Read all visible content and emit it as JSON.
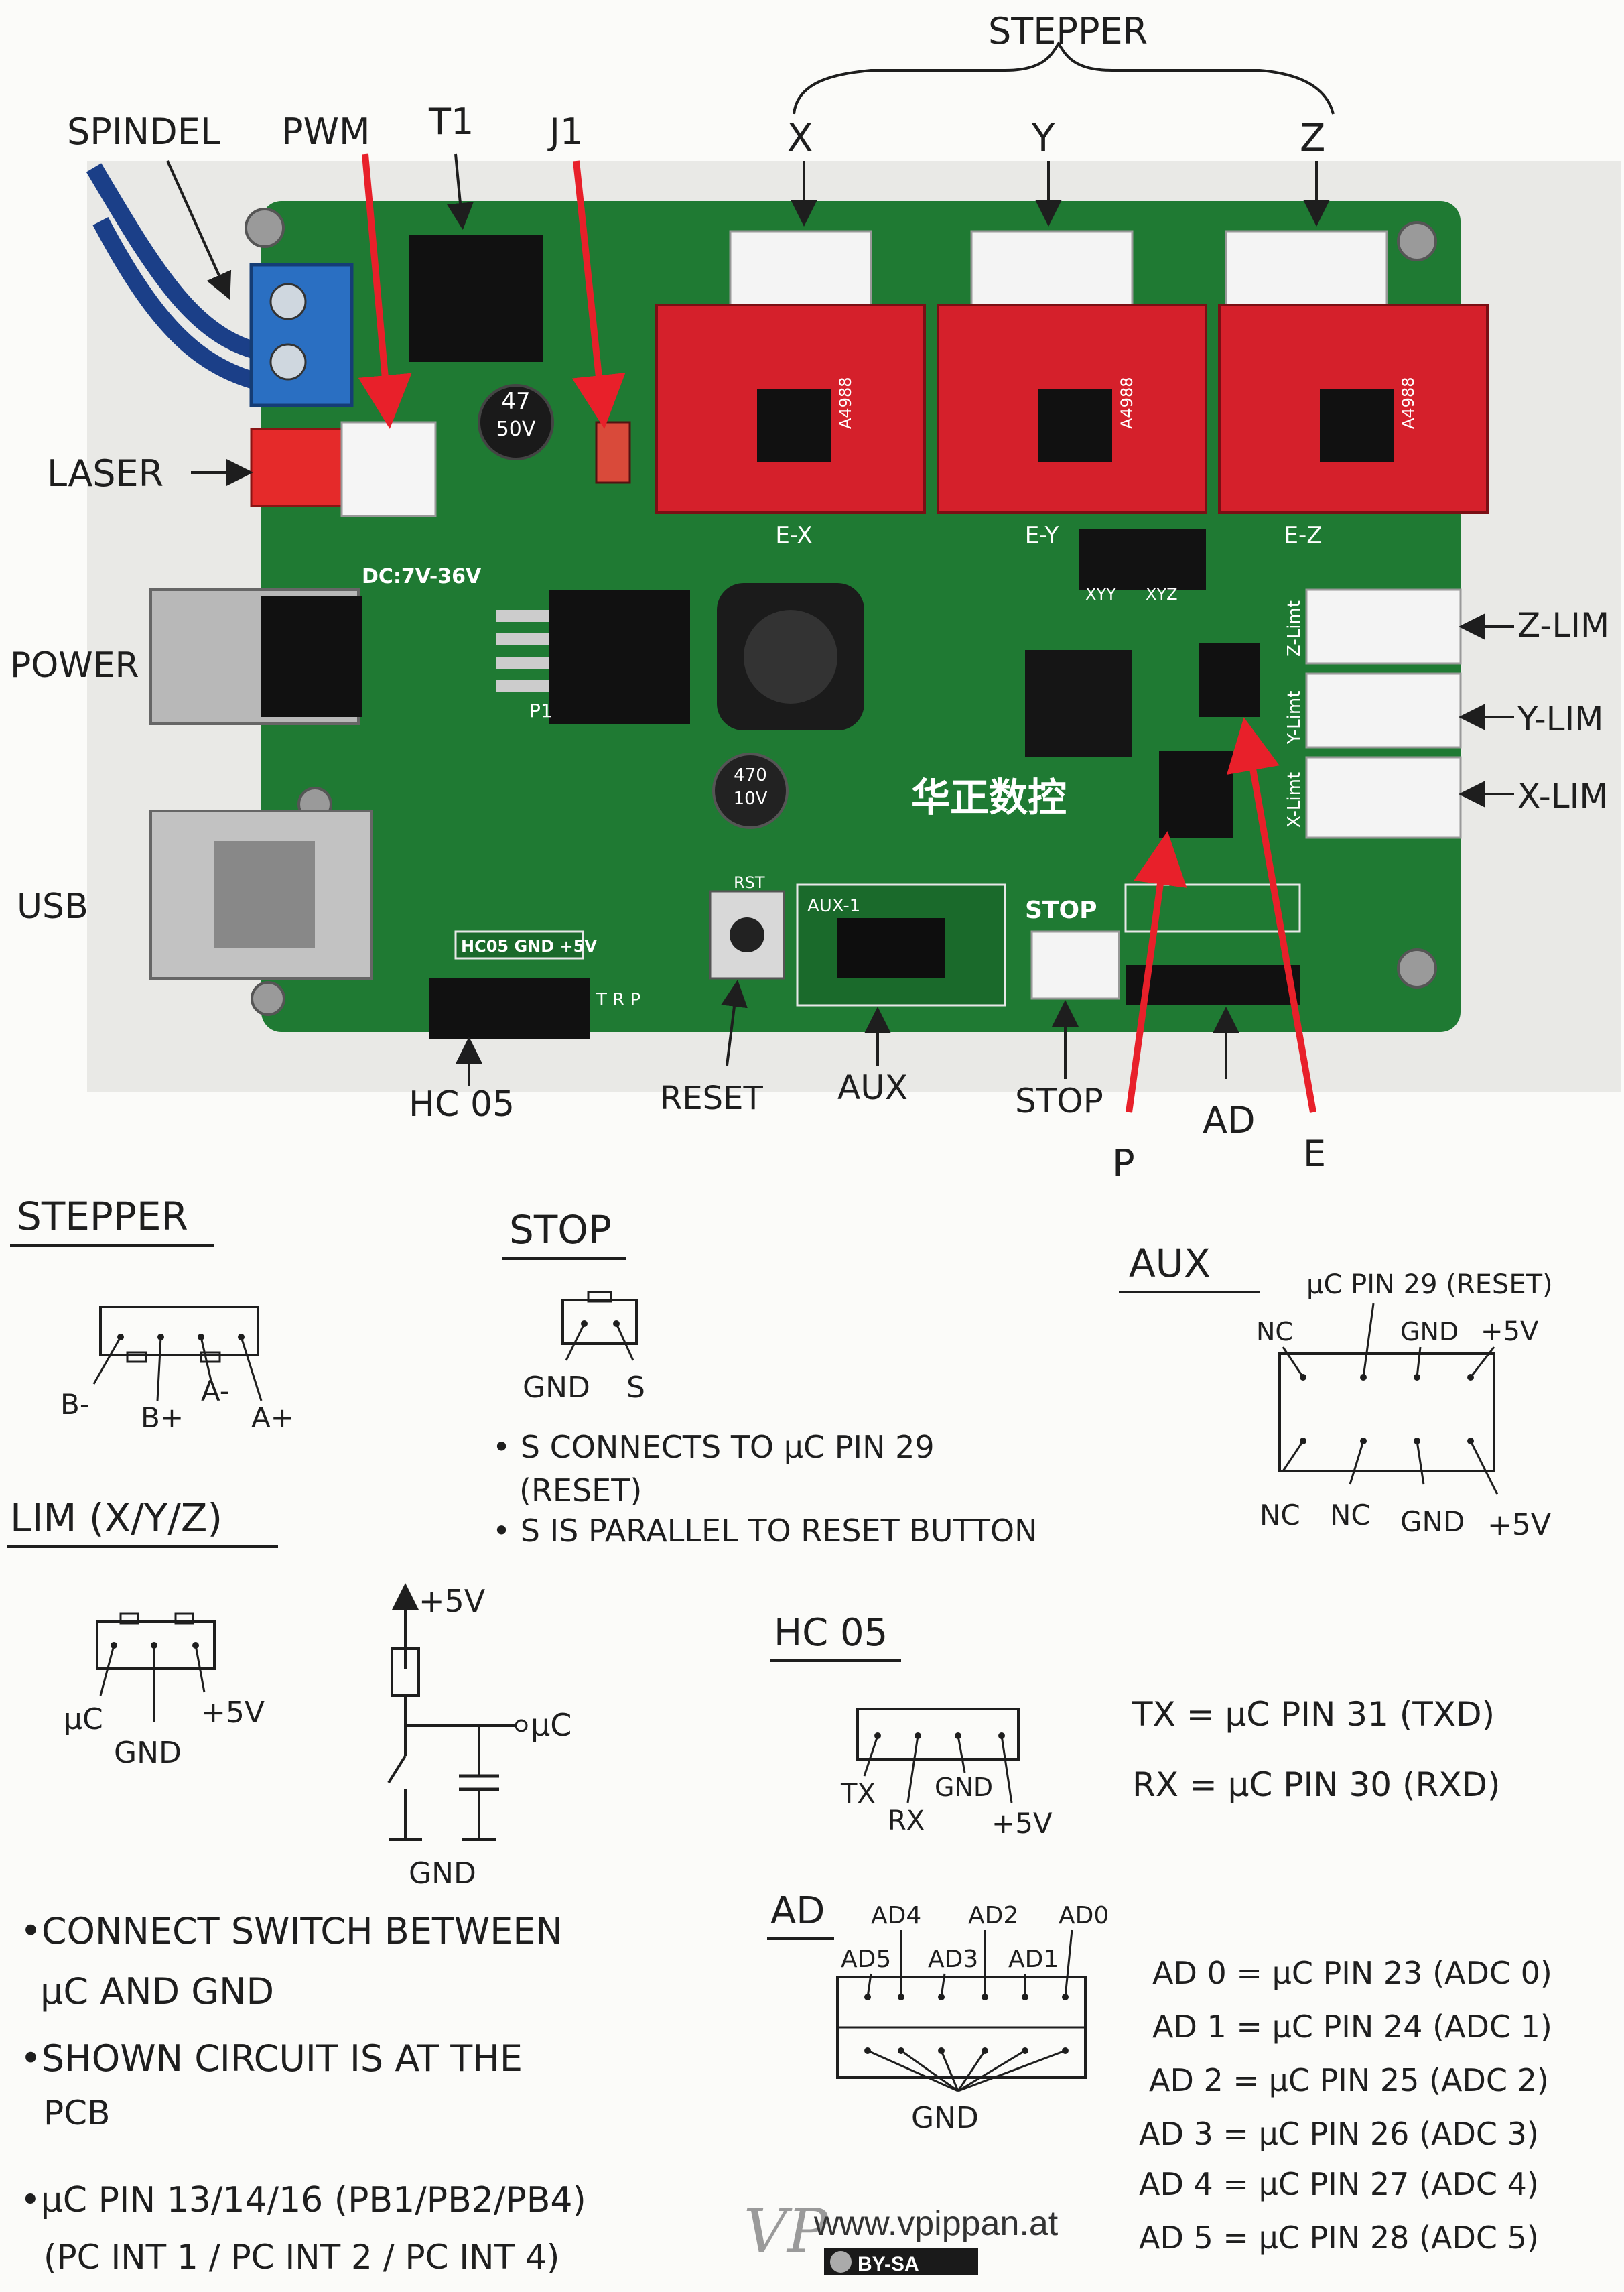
{
  "photo": {
    "callouts": {
      "stepper": "STEPPER",
      "x": "X",
      "y": "Y",
      "z": "Z",
      "spindel": "SPINDEL",
      "pwm": "PWM",
      "t1": "T1",
      "j1": "J1",
      "laser": "LASER",
      "power": "POWER",
      "usb": "USB",
      "z_lim": "Z-LIM",
      "y_lim": "Y-LIM",
      "x_lim": "X-LIM",
      "hc05": "HC 05",
      "reset": "RESET",
      "aux": "AUX",
      "stop": "STOP",
      "ad": "AD",
      "p": "P",
      "e": "E"
    },
    "silkscreen": {
      "ex": "E-X",
      "ey": "E-Y",
      "ez": "E-Z",
      "dc": "DC:7V-36V",
      "hc05": "HC05 GND +5V",
      "trp": "T R P",
      "chinese": "华正数控",
      "stop": "STOP",
      "rst": "RST",
      "aux1": "AUX-1",
      "p1": "P1",
      "xyy": "XYY",
      "xyz": "XYZ",
      "zlimt": "Z-Limt",
      "ylimt": "Y-Limt",
      "xlimt": "X-Limt",
      "cap47": "47",
      "cap50v": "50V",
      "cap470": "470",
      "cap10v": "10V",
      "a4988": "A4988"
    }
  },
  "notes": {
    "stepper": {
      "title": "STEPPER",
      "pins": [
        "B-",
        "B+",
        "A-",
        "A+"
      ]
    },
    "stop": {
      "title": "STOP",
      "pins": [
        "GND",
        "S"
      ],
      "lines": [
        "• S CONNECTS TO μC PIN 29",
        "(RESET)",
        "• S IS PARALLEL TO RESET BUTTON"
      ]
    },
    "aux": {
      "title": "AUX",
      "top": [
        "NC",
        "μC PIN 29 (RESET)",
        "GND",
        "+5V"
      ],
      "bottom": [
        "NC",
        "NC",
        "GND",
        "+5V"
      ]
    },
    "lim": {
      "title": "LIM (X/Y/Z)",
      "pins": [
        "μC",
        "GND",
        "+5V"
      ],
      "circuit": {
        "vcc": "+5V",
        "out": "μC",
        "gnd": "GND"
      }
    },
    "hc05": {
      "title": "HC 05",
      "pins": [
        "TX",
        "RX",
        "GND",
        "+5V"
      ],
      "tx": "TX = μC PIN 31 (TXD)",
      "rx": "RX = μC PIN 30 (RXD)"
    },
    "switch_notes": [
      "•CONNECT SWITCH BETWEEN",
      "μC AND GND",
      "•SHOWN CIRCUIT IS AT THE",
      "PCB",
      "•μC PIN 13/14/16 (PB1/PB2/PB4)",
      "(PC INT 1 / PC INT 2 / PC INT 4)"
    ],
    "ad": {
      "title": "AD",
      "top_labels": [
        "AD4",
        "AD2",
        "AD0"
      ],
      "bottom_labels": [
        "AD5",
        "AD3",
        "AD1"
      ],
      "gnd": "GND",
      "map": [
        "AD 0 = μC PIN 23 (ADC 0)",
        "AD 1 = μC PIN 24 (ADC 1)",
        "AD 2 = μC PIN 25 (ADC 2)",
        "AD 3 = μC PIN 26 (ADC 3)",
        "AD 4 = μC PIN 27 (ADC 4)",
        "AD 5 = μC PIN 28 (ADC 5)"
      ]
    }
  },
  "footer": {
    "website": "www.vpippan.at",
    "license": "BY-SA",
    "signature": "VP"
  },
  "colors": {
    "pcb": "#1f7a33",
    "driver": "#d5202b",
    "arrow_red": "#e8202a",
    "ink": "#1e1e1e"
  }
}
